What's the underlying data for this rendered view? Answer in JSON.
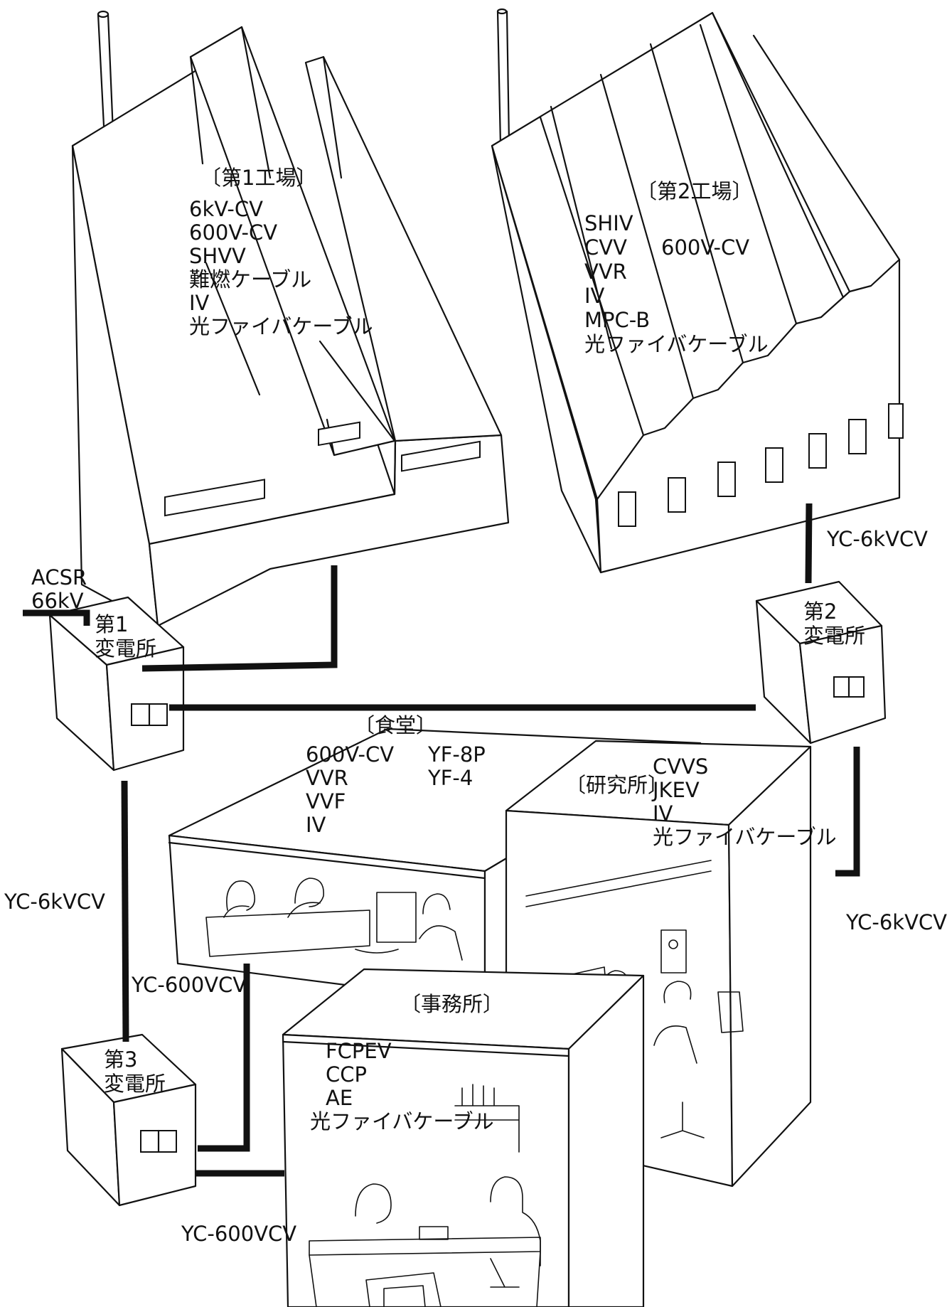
{
  "factory1": {
    "title": "〔第1工場〕",
    "cables": [
      "6kV-CV",
      "600V-CV",
      "SHVV",
      "難燃ケーブル",
      "IV",
      "光ファイバケーブル"
    ]
  },
  "factory2": {
    "title": "〔第2工場〕",
    "cables_left": [
      "SHIV",
      "CVV",
      "VVR",
      "IV",
      "MPC-B",
      "光ファイバケーブル"
    ],
    "cables_right": [
      "600V-CV"
    ]
  },
  "cafeteria": {
    "title": "〔食堂〕",
    "cables_left": [
      "600V-CV",
      "VVR",
      "VVF",
      "IV"
    ],
    "cables_right": [
      "YF-8P",
      "YF-4"
    ]
  },
  "lab": {
    "title": "〔研究所〕",
    "cables": [
      "CVVS",
      "JKEV",
      "IV",
      "光ファイバケーブル"
    ]
  },
  "office": {
    "title": "〔事務所〕",
    "cables": [
      "FCPEV",
      "CCP",
      "AE",
      "光ファイバケーブル"
    ]
  },
  "substation1": {
    "line1": "第1",
    "line2": "変電所"
  },
  "substation2": {
    "line1": "第2",
    "line2": "変電所"
  },
  "substation3": {
    "line1": "第3",
    "line2": "変電所"
  },
  "incoming": {
    "line1": "ACSR",
    "line2": "66kV"
  },
  "links": {
    "sub2_factory2": "YC-6kVCV",
    "sub1_sub3": "YC-6kVCV",
    "sub2_lab": "YC-6kVCV",
    "sub3_cafeteria": "YC-600VCV",
    "sub3_office": "YC-600VCV"
  }
}
